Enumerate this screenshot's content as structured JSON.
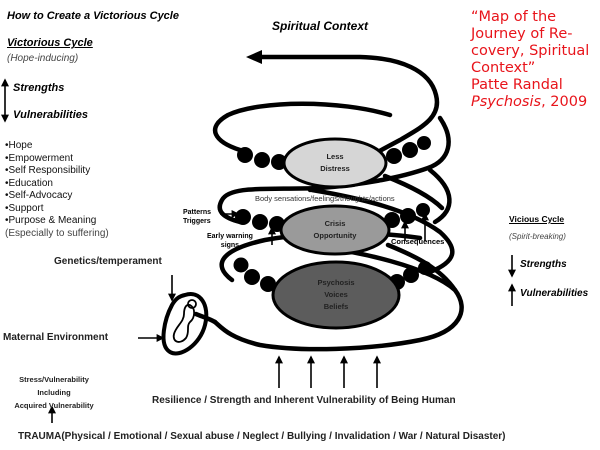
{
  "title": "How to Create a Victorious Cycle",
  "spiritual_context": "Spiritual Context",
  "citation": {
    "line1": "“Map of the",
    "line2": "Journey of Re-",
    "line3": "covery, Spiritual",
    "line4": "Context”",
    "author": "Patte Randal",
    "source_italic": "Psychosis",
    "year": ", 2009",
    "color": "#e8141b"
  },
  "victorious": {
    "heading": "Victorious Cycle",
    "subheading": "(Hope-inducing)",
    "strengths": "Strengths",
    "vulnerabilities": "Vulnerabilities",
    "items": [
      "•Hope",
      "•Empowerment",
      "•Self Responsibility",
      "•Education",
      "•Self-Advocacy",
      "•Support",
      "•Purpose & Meaning"
    ],
    "note": "(Especially to suffering)"
  },
  "vicious": {
    "heading": "Vicious Cycle",
    "subheading": "(Spirit-breaking)",
    "strengths": "Strengths",
    "vulnerabilities": "Vulnerabilities"
  },
  "ellipses": {
    "top": {
      "line1": "Less",
      "line2": "Distress",
      "color": "#d6d6d6"
    },
    "middle": {
      "line1": "Crisis",
      "line2": "Opportunity",
      "color": "#9a9a9a"
    },
    "bottom": {
      "line1": "Psychosis",
      "line2": "Voices",
      "line3": "Beliefs",
      "color": "#5c5c5c"
    }
  },
  "labels": {
    "body_sensations": "Body sensations/feelings/thoughts/actions",
    "patterns": "Patterns",
    "triggers": "Triggers",
    "early_warning_1": "Early warning",
    "early_warning_2": "signs",
    "consequences": "Consequences",
    "genetics": "Genetics/temperament",
    "maternal": "Maternal Environment",
    "stress_1": "Stress/Vulnerability",
    "stress_2": "Including",
    "stress_3": "Acquired Vulnerability",
    "resilience": "Resilience / Strength and Inherent Vulnerability of Being Human",
    "trauma": "TRAUMA(Physical / Emotional / Sexual abuse / Neglect / Bullying / Invalidation / War / Natural Disaster)"
  }
}
